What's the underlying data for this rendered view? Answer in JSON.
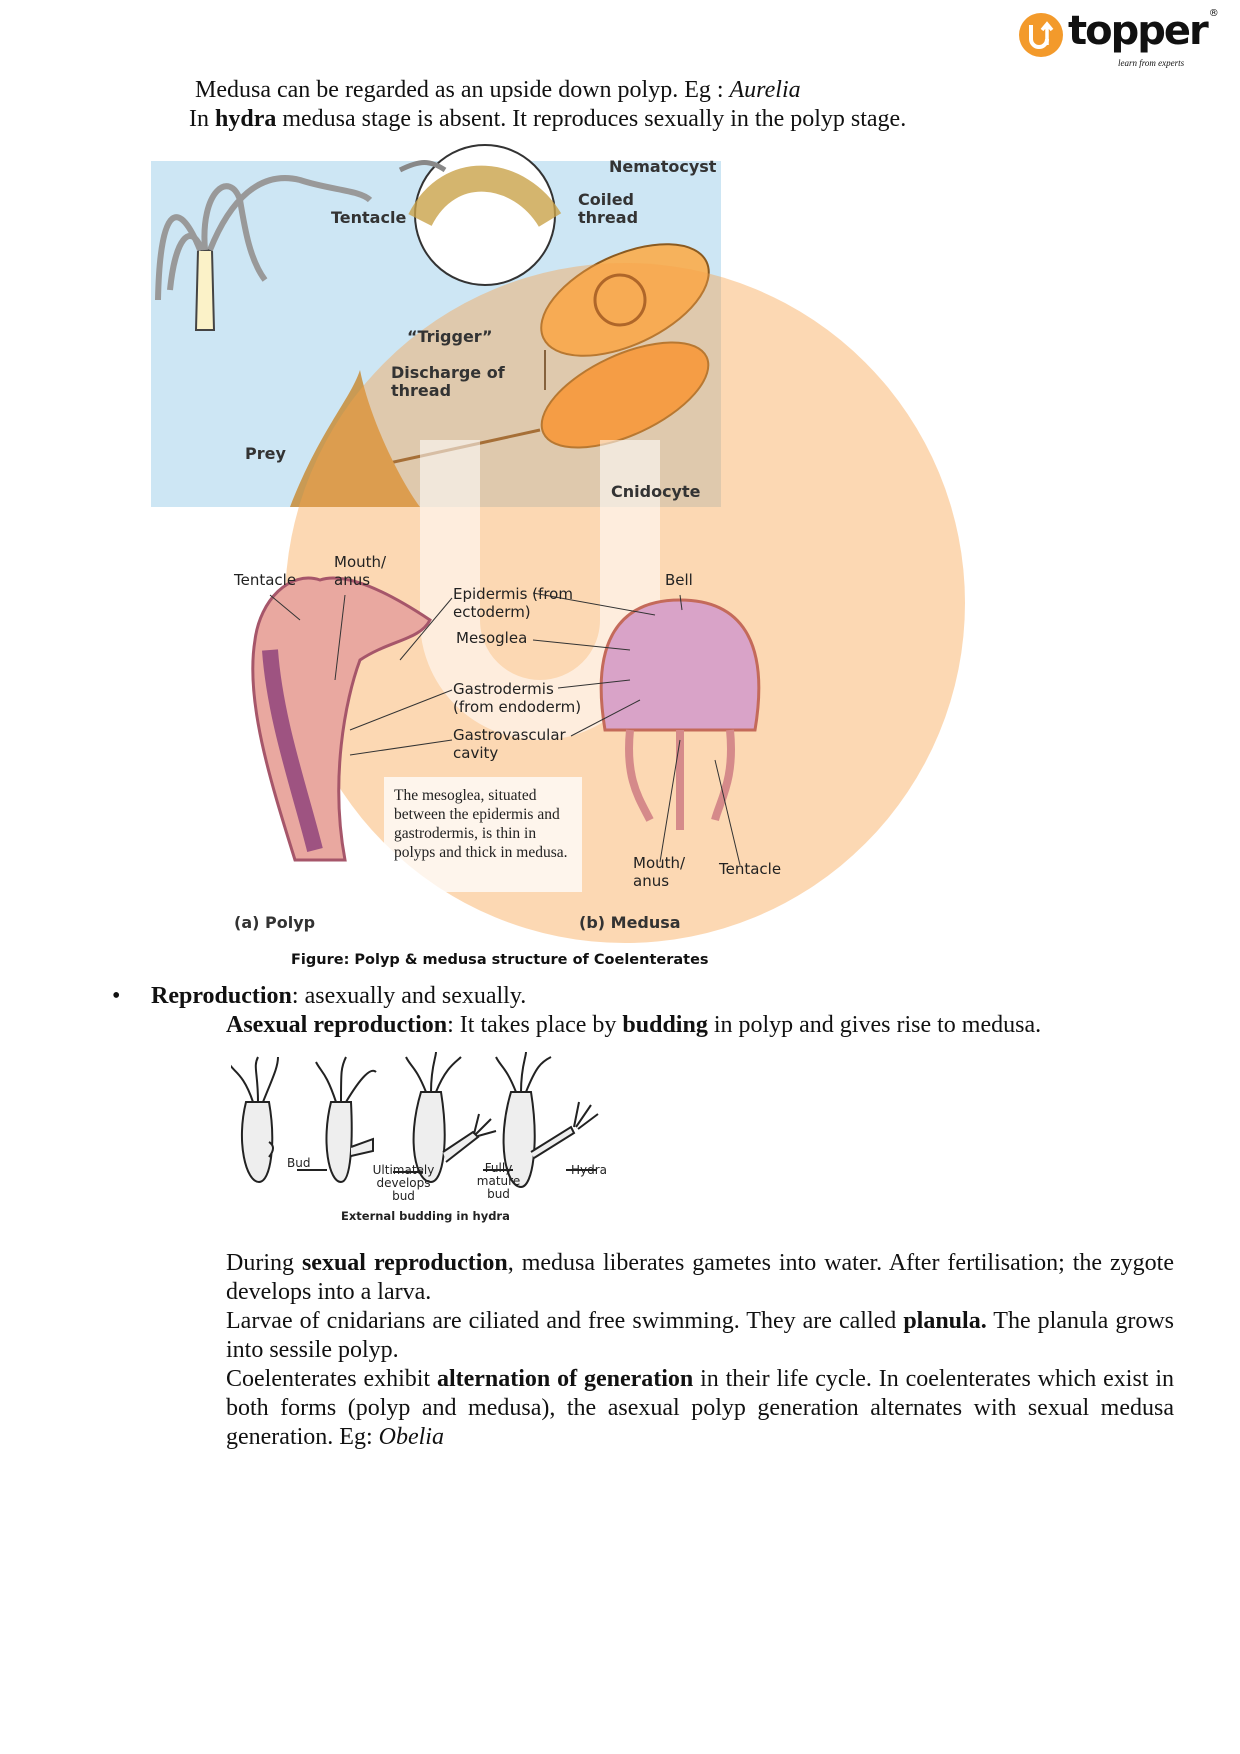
{
  "logo": {
    "name": "topper",
    "tagline": "learn from experts",
    "registered": "®",
    "color": "#f39a2b"
  },
  "intro": {
    "line1_text": "Medusa can be regarded as an upside down polyp. Eg : ",
    "line1_italic": "Aurelia",
    "line2_pre": "In ",
    "line2_bold": "hydra",
    "line2_post": " medusa stage is absent. It reproduces sexually in the polyp stage."
  },
  "figure1": {
    "top_labels": {
      "nematocyst": "Nematocyst",
      "coiled_thread": "Coiled thread",
      "tentacle": "Tentacle",
      "trigger": "“Trigger”",
      "discharge": "Discharge of thread",
      "prey": "Prey",
      "cnidocyte": "Cnidocyte"
    },
    "bottom_labels": {
      "tentacle_left": "Tentacle",
      "mouth_anus_left": "Mouth/ anus",
      "epidermis": "Epidermis (from ectoderm)",
      "mesoglea": "Mesoglea",
      "gastrodermis": "Gastrodermis (from endoderm)",
      "gastrovascular": "Gastrovascular cavity",
      "bell": "Bell",
      "note": "The mesoglea, situated between the epidermis and gastrodermis, is thin in polyps and thick in medusa.",
      "mouth_anus_right": "Mouth/ anus",
      "tentacle_right": "Tentacle",
      "polyp": "(a) Polyp",
      "medusa": "(b) Medusa"
    },
    "caption": "Figure: Polyp & medusa structure of Coelenterates"
  },
  "reproduction": {
    "bullet": "•",
    "heading": "Reproduction",
    "heading_rest": ": asexually and sexually.",
    "asexual_bold": "Asexual reproduction",
    "asexual_mid": ": It takes place by ",
    "asexual_bold2": "budding",
    "asexual_end": " in polyp and gives rise to medusa."
  },
  "figure2": {
    "labels": {
      "bud": "Bud",
      "ultimately": "Ultimately develops bud",
      "fully": "Fully mature bud",
      "hydra": "Hydra"
    },
    "caption": "External budding in hydra"
  },
  "paragraphs": {
    "p1_a": "During ",
    "p1_b": "sexual reproduction",
    "p1_c": ", medusa liberates gametes into water. After fertilisation; the zygote develops into a larva.",
    "p2_a": "Larvae of cnidarians are ciliated and free swimming. They are called ",
    "p2_b": "planula.",
    "p2_c": " The planula grows into sessile polyp.",
    "p3_a": "Coelenterates exhibit ",
    "p3_b": "alternation of generation",
    "p3_c": " in their life cycle. In coelenterates which exist in both forms (polyp and medusa), the asexual polyp generation alternates with sexual medusa generation. Eg: ",
    "p3_d": "Obelia"
  }
}
